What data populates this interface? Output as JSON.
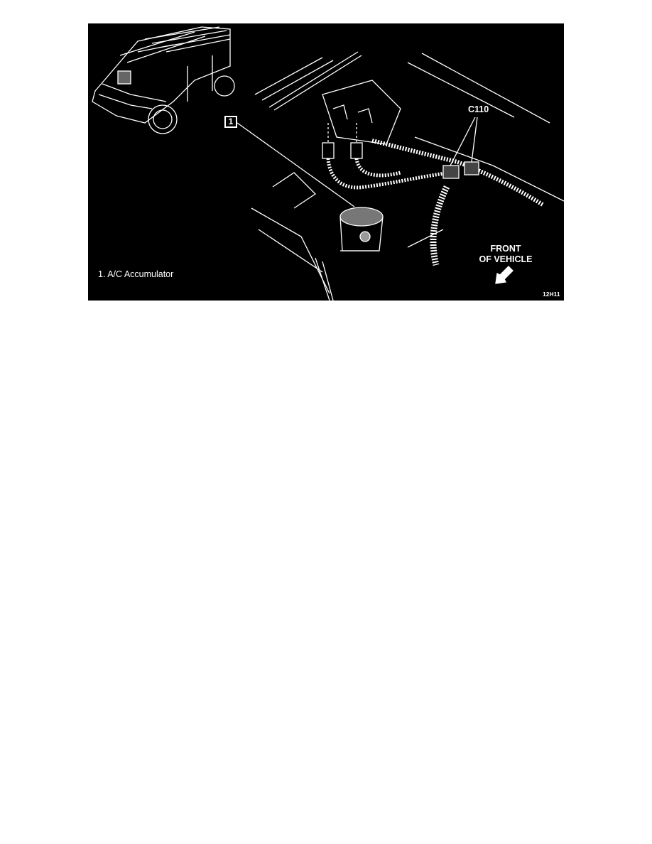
{
  "figure": {
    "caption": "1.  A/C Accumulator",
    "callout_number": "1",
    "connector_label": "C110",
    "direction_label_line1": "FRONT",
    "direction_label_line2": "OF VEHICLE",
    "figure_id": "12H11",
    "colors": {
      "background": "#000000",
      "lines": "#ffffff",
      "page": "#ffffff"
    }
  }
}
